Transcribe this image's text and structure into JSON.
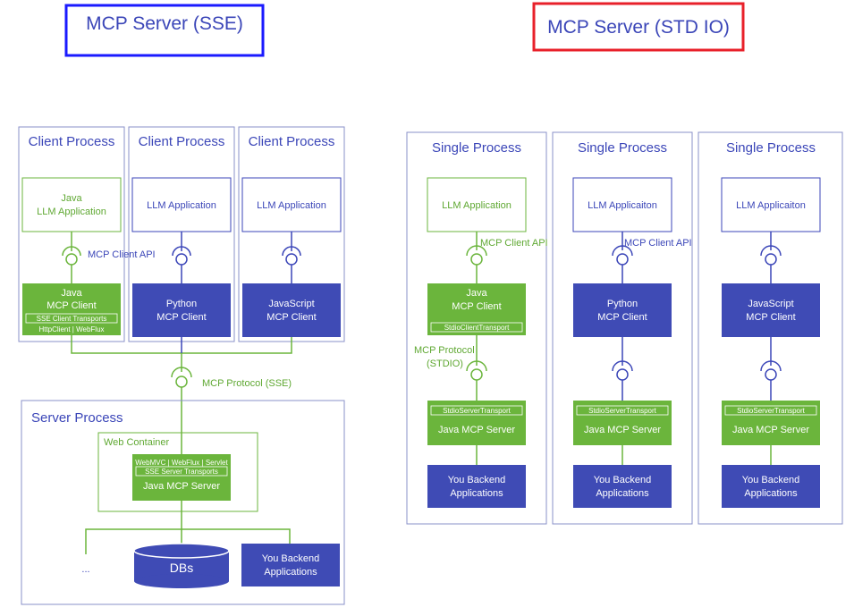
{
  "titles": {
    "sse": "MCP Server (SSE)",
    "stdio": "MCP Server (STD IO)"
  },
  "sse": {
    "client_processes": [
      {
        "title": "Client Process",
        "app_label": [
          "Java",
          "LLM Application"
        ],
        "client_label": [
          "Java",
          "MCP Client"
        ],
        "transport_label": "SSE Client Transports",
        "transport_sub": "HttpClient | WebFlux"
      },
      {
        "title": "Client Process",
        "app_label": [
          "LLM Application"
        ],
        "client_label": [
          "Python",
          "MCP Client"
        ]
      },
      {
        "title": "Client Process",
        "app_label": [
          "LLM Application"
        ],
        "client_label": [
          "JavaScript",
          "MCP Client"
        ]
      }
    ],
    "client_api_label": "MCP Client API",
    "protocol_label": "MCP Protocol (SSE)",
    "server_process": {
      "title": "Server Process",
      "web_container": "Web Container",
      "server_top_label": "WebMVC | WebFlux | Servlet",
      "server_transport_label": "SSE Server Transports",
      "server_label": "Java MCP Server",
      "db_label": "DBs",
      "backend_label": [
        "You Backend",
        "Applications"
      ],
      "ellipsis": "..."
    }
  },
  "stdio": {
    "processes": [
      {
        "title": "Single Process",
        "app_label": "LLM Application",
        "client_label": [
          "Java",
          "MCP Client"
        ],
        "client_transport": "StdioClientTransport",
        "server_transport": "StdioServerTransport",
        "server_label": "Java MCP Server",
        "backend_label": [
          "You Backend",
          "Applications"
        ]
      },
      {
        "title": "Single Process",
        "app_label": "LLM Applicaiton",
        "client_label": [
          "Python",
          "MCP Client"
        ],
        "server_transport": "StdioServerTransport",
        "server_label": "Java MCP Server",
        "backend_label": [
          "You Backend",
          "Applications"
        ]
      },
      {
        "title": "Single Process",
        "app_label": "LLM Applicaiton",
        "client_label": [
          "JavaScript",
          "MCP Client"
        ],
        "server_transport": "StdioServerTransport",
        "server_label": "Java MCP Server",
        "backend_label": [
          "You Backend",
          "Applications"
        ]
      }
    ],
    "client_api_label_1": "MCP Client API",
    "client_api_label_2": "MCP Client API",
    "protocol_label": [
      "MCP Protocol",
      "(STDIO)"
    ]
  },
  "colors": {
    "blue": "#3b46b8",
    "green": "#6bb53c",
    "sse_frame": "#1a1aff",
    "stdio_frame": "#e8202a",
    "process_border": "#8a90c8"
  }
}
